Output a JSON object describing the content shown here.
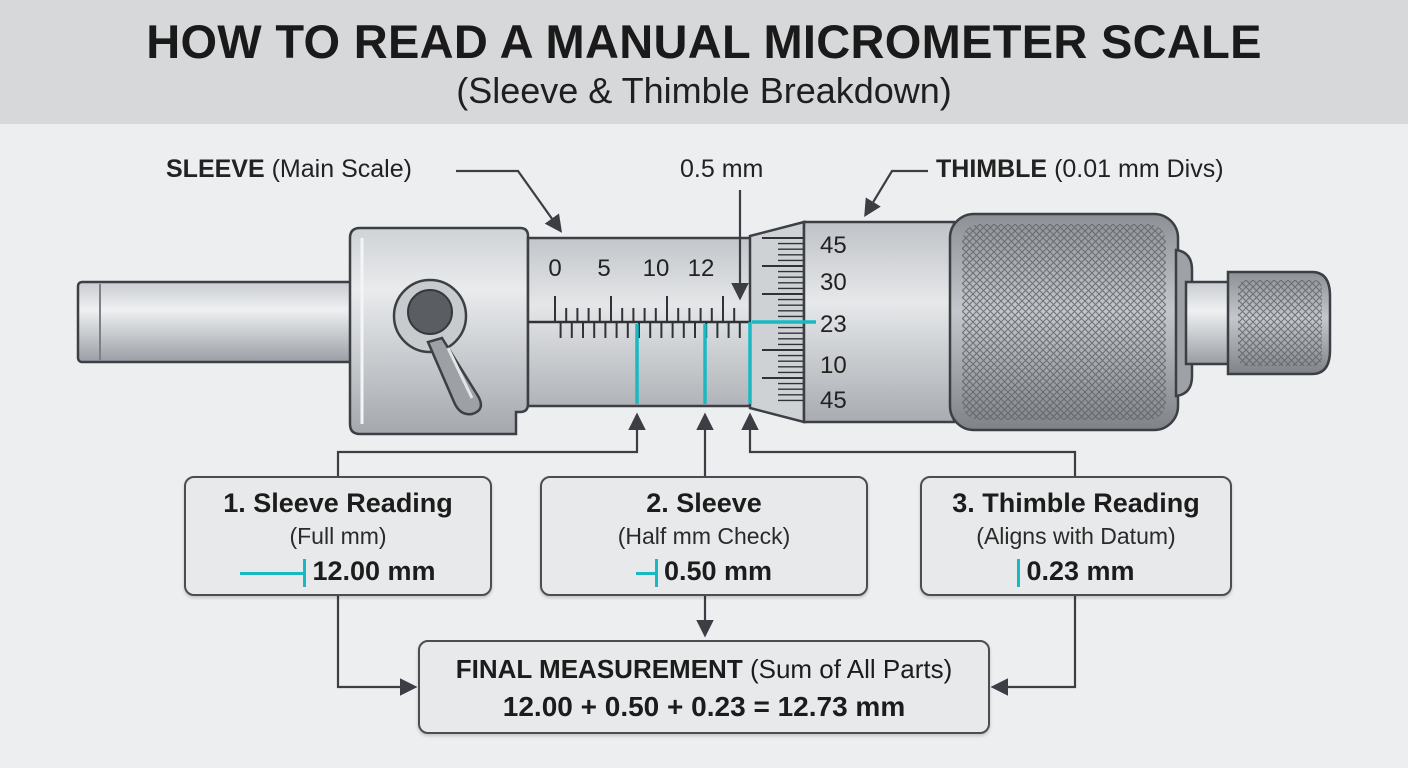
{
  "header": {
    "title": "HOW TO READ A MANUAL MICROMETER SCALE",
    "subtitle": "(Sleeve & Thimble Breakdown)"
  },
  "callouts": {
    "sleeve_bold": "SLEEVE",
    "sleeve_rest": "(Main Scale)",
    "half_mm": "0.5 mm",
    "thimble_bold": "THIMBLE",
    "thimble_rest": "(0.01 mm Divs)"
  },
  "sleeve_scale": {
    "labels": [
      "0",
      "5",
      "10",
      "12"
    ]
  },
  "thimble_scale": {
    "labels": [
      "45",
      "30",
      "23",
      "10",
      "45"
    ]
  },
  "steps": [
    {
      "title": "1. Sleeve Reading",
      "sub": "(Full mm)",
      "value": "12.00 mm"
    },
    {
      "title": "2. Sleeve",
      "sub": "(Half mm Check)",
      "value": "0.50 mm"
    },
    {
      "title": "3. Thimble Reading",
      "sub": "(Aligns with Datum)",
      "value": "0.23 mm"
    }
  ],
  "final": {
    "title_bold": "FINAL MEASUREMENT",
    "title_rest": "(Sum of All Parts)",
    "equation": "12.00 + 0.50 + 0.23 = 12.73 mm"
  },
  "colors": {
    "accent": "#19b9c4",
    "metal_dark": "#3c3f44",
    "metal_light": "#d4d7da"
  }
}
